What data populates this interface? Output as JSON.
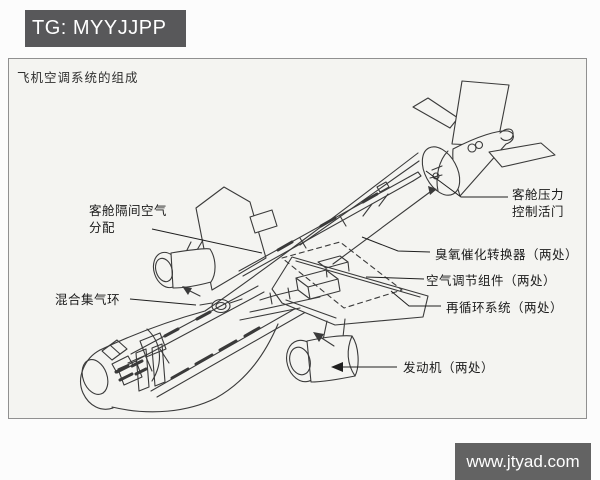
{
  "watermarks": {
    "tg": "TG: MYYJJPP",
    "site": "www.jtyad.com"
  },
  "diagram": {
    "title": "飞机空调系统的组成",
    "labels": {
      "cabin_air_distribution_line1": "客舱隔间空气",
      "cabin_air_distribution_line2": "分配",
      "mixing_manifold": "混合集气环",
      "cabin_pressure_valve_line1": "客舱压力",
      "cabin_pressure_valve_line2": "控制活门",
      "ozone_converter": "臭氧催化转换器（两处）",
      "ac_pack": "空气调节组件（两处）",
      "recirculation": "再循环系统（两处）",
      "engine": "发动机（两处）"
    },
    "colors": {
      "page_bg": "#fcfcfc",
      "panel_bg": "#f4f4f1",
      "panel_border": "#909090",
      "line_color": "#3a3a3a",
      "label_color": "#1b1b1b",
      "watermark_bg": "#58585a",
      "watermark_text": "#ffffff"
    }
  }
}
